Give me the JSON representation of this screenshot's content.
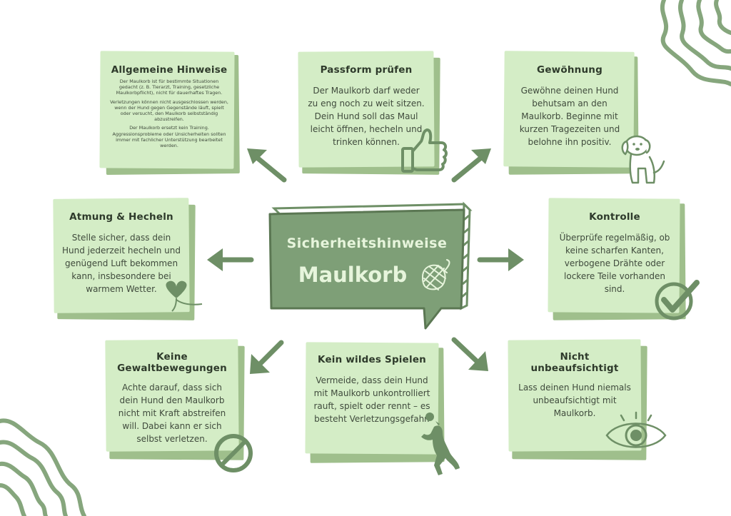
{
  "center": {
    "line1": "Sicherheitshinweise",
    "line2": "Maulkorb"
  },
  "cards": {
    "allgemein": {
      "title": "Allgemeine Hinweise",
      "p1": "Der Maulkorb ist für bestimmte Situationen gedacht (z. B. Tierarzt, Training, gesetzliche Maulkorbpflicht), nicht für dauerhaftes Tragen.",
      "p2": "Verletzungen können nicht ausgeschlossen werden, wenn der Hund gegen Gegenstände läuft, spielt oder versucht, den Maulkorb selbstständig abzustreifen.",
      "p3": "Der Maulkorb ersetzt kein Training. Aggressionsprobleme oder Unsicherheiten sollten immer mit fachlicher Unterstützung bearbeitet werden."
    },
    "passform": {
      "title": "Passform prüfen",
      "text": "Der Maulkorb darf weder zu eng noch zu weit sitzen. Dein Hund soll das Maul leicht öffnen, hecheln und trinken können."
    },
    "gewoehnung": {
      "title": "Gewöhnung",
      "text": "Gewöhne deinen Hund behutsam an den Maulkorb. Beginne mit kurzen Tragezeiten und belohne ihn positiv."
    },
    "atmung": {
      "title": "Atmung & Hecheln",
      "text": "Stelle sicher, dass dein Hund jederzeit hecheln und genügend Luft bekommen kann, insbesondere bei warmem Wetter."
    },
    "kontrolle": {
      "title": "Kontrolle",
      "text": "Überprüfe regelmäßig, ob keine scharfen Kanten, verbogene Drähte oder lockere Teile vorhanden sind."
    },
    "gewalt": {
      "title_line1": "Keine",
      "title_line2": "Gewaltbewegungen",
      "text": "Achte darauf, dass sich dein Hund den Maulkorb nicht mit Kraft abstreifen will. Dabei kann er sich selbst verletzen."
    },
    "spielen": {
      "title": "Kein wildes Spielen",
      "text": "Vermeide, dass dein Hund mit Maulkorb unkontrolliert rauft, spielt oder rennt – es besteht Verletzungsgefahr."
    },
    "unbeaufsichtigt": {
      "title_line1": "Nicht",
      "title_line2": "unbeaufsichtigt",
      "text": "Lass deinen Hund niemals unbeaufsichtigt mit Maulkorb."
    }
  },
  "icons": {
    "thumb": "thumbs-up-icon",
    "dog_sit": "sitting-dog-icon",
    "heart": "heart-plant-icon",
    "check": "checkmark-icon",
    "forbidden": "no-sign-icon",
    "dog_jump": "jumping-dog-icon",
    "eye": "eye-icon",
    "muzzle": "muzzle-icon"
  },
  "colors": {
    "card": "#d4edc6",
    "card_shadow": "#9fbf8c",
    "accent": "#6e8f66",
    "center_box": "#7e9f77",
    "center_text": "#e7f5dc",
    "text": "#3f4a3c"
  }
}
